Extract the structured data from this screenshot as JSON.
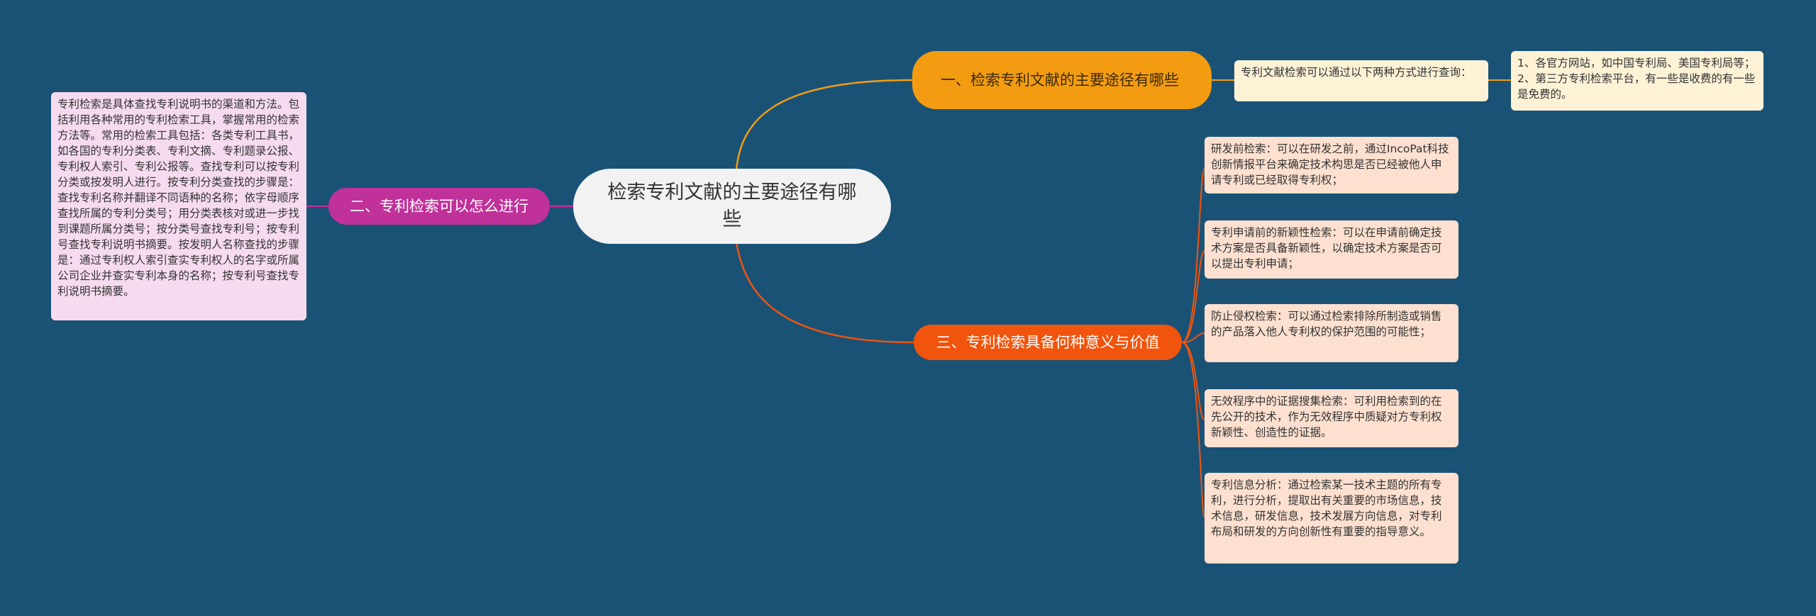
{
  "root": {
    "label": "检索专利文献的主要途径有哪些"
  },
  "branches": [
    {
      "label": "一、检索专利文献的主要途径有哪些"
    },
    {
      "label": "二、专利检索可以怎么进行"
    },
    {
      "label": "三、专利检索具备何种意义与价值"
    }
  ],
  "branch1_detail": {
    "intro": "专利文献检索可以通过以下两种方式进行查询：",
    "ways": "1、各官方网站，如中国专利局、美国专利局等；2、第三方专利检索平台，有一些是收费的有一些是免费的。"
  },
  "branch2_detail": {
    "text": "专利检索是具体查找专利说明书的渠道和方法。包括利用各种常用的专利检索工具，掌握常用的检索方法等。常用的检索工具包括：各类专利工具书，如各国的专利分类表、专利文摘、专利题录公报、专利权人索引、专利公报等。查找专利可以按专利分类或按发明人进行。按专利分类查找的步骤是： 查找专利名称并翻译不同语种的名称；依字母顺序查找所属的专利分类号；用分类表核对或进一步找到课题所属分类号；按分类号查找专利号；按专利号查找专利说明书摘要。按发明人名称查找的步骤是：通过专利权人索引查实专利权人的名字或所属公司企业并查实专利本身的名称；按专利号查找专利说明书摘要。"
  },
  "branch3_items": [
    {
      "text": "研发前检索：可以在研发之前，通过IncoPat科技创新情报平台来确定技术构思是否已经被他人申请专利或已经取得专利权；"
    },
    {
      "text": "专利申请前的新颖性检索：可以在申请前确定技术方案是否具备新颖性，以确定技术方案是否可以提出专利申请；"
    },
    {
      "text": "防止侵权检索：可以通过检索排除所制造或销售的产品落入他人专利权的保护范围的可能性；"
    },
    {
      "text": "无效程序中的证据搜集检索：可利用检索到的在先公开的技术，作为无效程序中质疑对方专利权新颖性、创造性的证据。"
    },
    {
      "text": "专利信息分析：通过检索某一技术主题的所有专利，进行分析，提取出有关重要的市场信息，技术信息，研发信息，技术发展方向信息，对专利布局和研发的方向创新性有重要的指导意义。"
    }
  ],
  "colors": {
    "background": "#1a5276",
    "branch1": "#f39c12",
    "branch2": "#c0319a",
    "branch3": "#f0540d"
  }
}
